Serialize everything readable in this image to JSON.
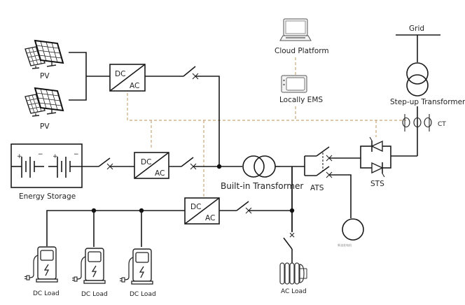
{
  "diagram": {
    "title": "Microgrid energy storage system single-line diagram",
    "nodes": {
      "pv1": {
        "label": "PV"
      },
      "pv2": {
        "label": "PV"
      },
      "pv_inverter": {
        "top": "DC",
        "bottom": "AC"
      },
      "storage": {
        "label": "Energy Storage",
        "plus": "+",
        "minus": "−"
      },
      "storage_inverter": {
        "top": "DC",
        "bottom": "AC"
      },
      "load_inverter": {
        "top": "DC",
        "bottom": "AC"
      },
      "builtin_transformer": {
        "label": "Built-in Transformer"
      },
      "ats": {
        "label": "ATS"
      },
      "sts": {
        "label": "STS"
      },
      "ct": {
        "label": "CT"
      },
      "stepup_transformer": {
        "label": "Step-up Transformer"
      },
      "grid": {
        "label": "Grid"
      },
      "cloud": {
        "label": "Cloud Platform"
      },
      "ems": {
        "label": "Locally EMS"
      },
      "generator": {
        "label": "柴油发电机"
      },
      "dc_loads": [
        {
          "label": "DC Load"
        },
        {
          "label": "DC Load"
        },
        {
          "label": "DC Load"
        }
      ],
      "ac_load": {
        "label": "AC Load"
      }
    },
    "colors": {
      "power_line": "#1a1a1a",
      "comm_line": "#c9a77a"
    }
  }
}
